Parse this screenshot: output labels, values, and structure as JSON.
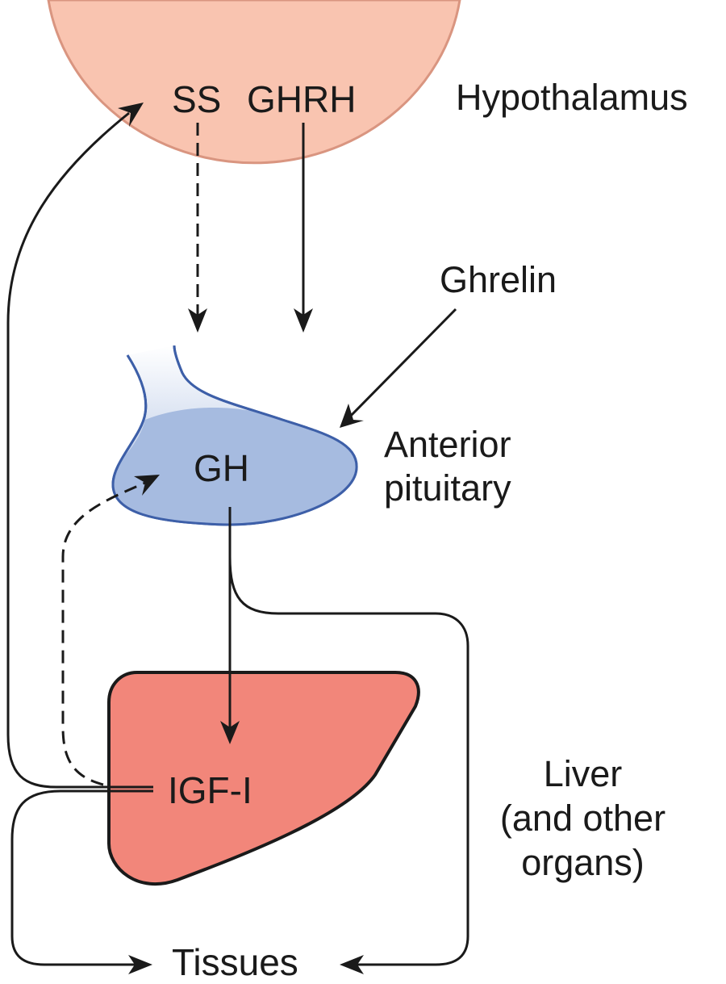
{
  "labels": {
    "ss": "SS",
    "ghrh": "GHRH",
    "hypothalamus": "Hypothalamus",
    "ghrelin": "Ghrelin",
    "gh": "GH",
    "anterior_pituitary": [
      "Anterior",
      "pituitary"
    ],
    "igf": "IGF-I",
    "liver": [
      "Liver",
      "(and other",
      "organs)"
    ],
    "tissues": "Tissues"
  },
  "colors": {
    "hypothalamus_fill": "#f9c4b0",
    "hypothalamus_stroke": "#d99580",
    "pituitary_fill": "#a6bbe0",
    "pituitary_stroke": "#3d5fa8",
    "liver_fill": "#f2867a",
    "liver_stroke": "#1a1a1a",
    "arrow": "#1a1a1a"
  }
}
